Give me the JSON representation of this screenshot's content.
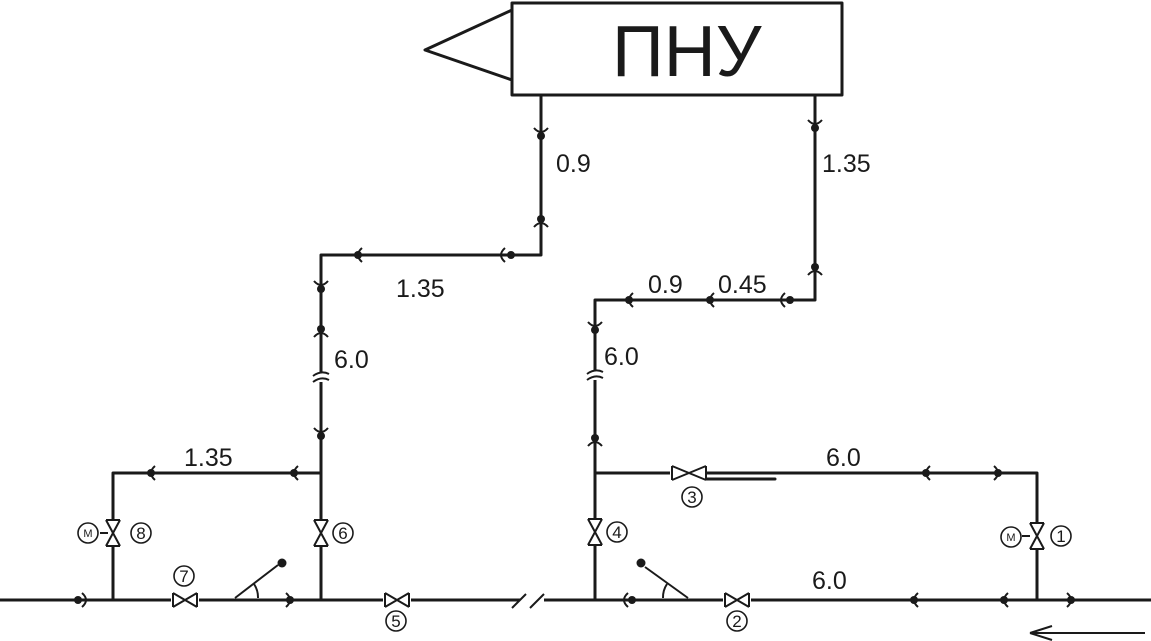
{
  "unit": {
    "title": "ПНУ"
  },
  "segments": {
    "riser_left_top": "0.9",
    "riser_right_top": "1.35",
    "left_horizontal": "1.35",
    "right_horizontal_a": "0.9",
    "right_horizontal_b": "0.45",
    "left_riser": "6.0",
    "right_riser": "6.0",
    "left_bypass": "1.35",
    "right_bypass": "6.0",
    "main_right": "6.0"
  },
  "valves": {
    "v1": "1",
    "v2": "2",
    "v3": "3",
    "v4": "4",
    "v5": "5",
    "v6": "6",
    "v7": "7",
    "v8": "8"
  },
  "motor_label": "М"
}
